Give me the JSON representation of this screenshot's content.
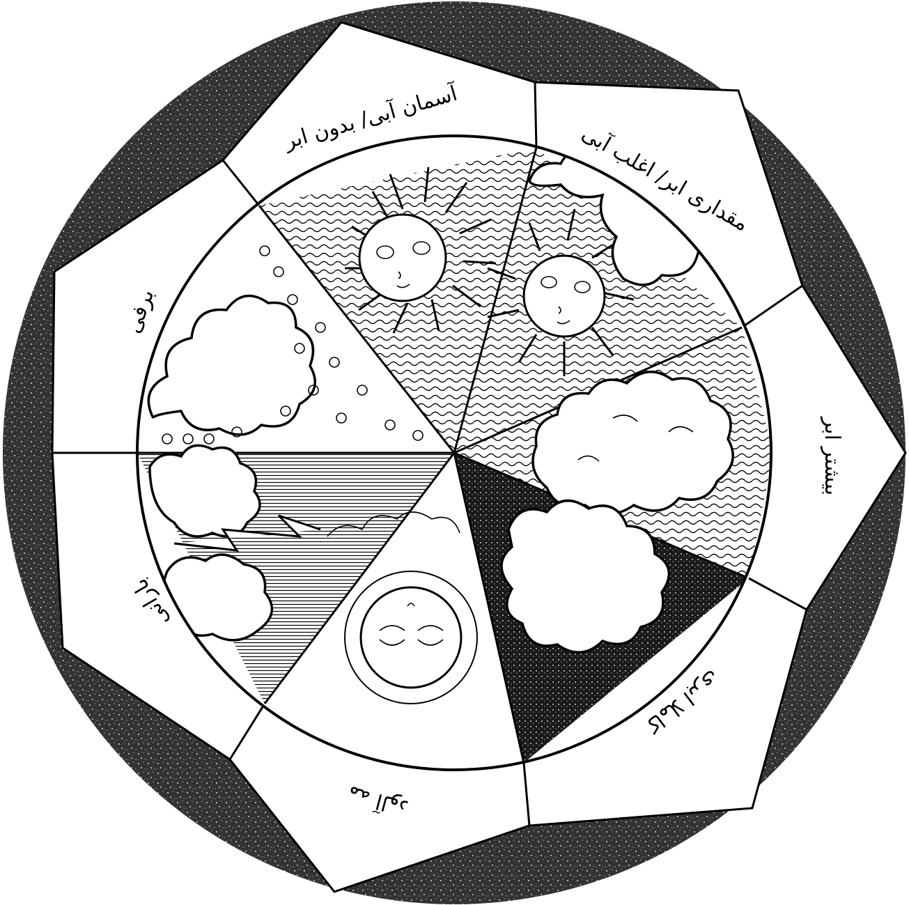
{
  "segments": [
    {
      "id": "clear",
      "label": "آسمان آبی/ بدون ابر"
    },
    {
      "id": "partly-cloudy",
      "label": "مقداری ابر/ اغلب آبی"
    },
    {
      "id": "mostly-cloudy",
      "label": "بیشتر ابر"
    },
    {
      "id": "overcast",
      "label": "کاملا ابری"
    },
    {
      "id": "foggy",
      "label": "مه آلود"
    },
    {
      "id": "rainy",
      "label": "بارانی"
    },
    {
      "id": "snowy",
      "label": "برفی"
    }
  ],
  "colors": {
    "ring": "#3a3a3a",
    "ink": "#000000",
    "paper": "#ffffff"
  }
}
